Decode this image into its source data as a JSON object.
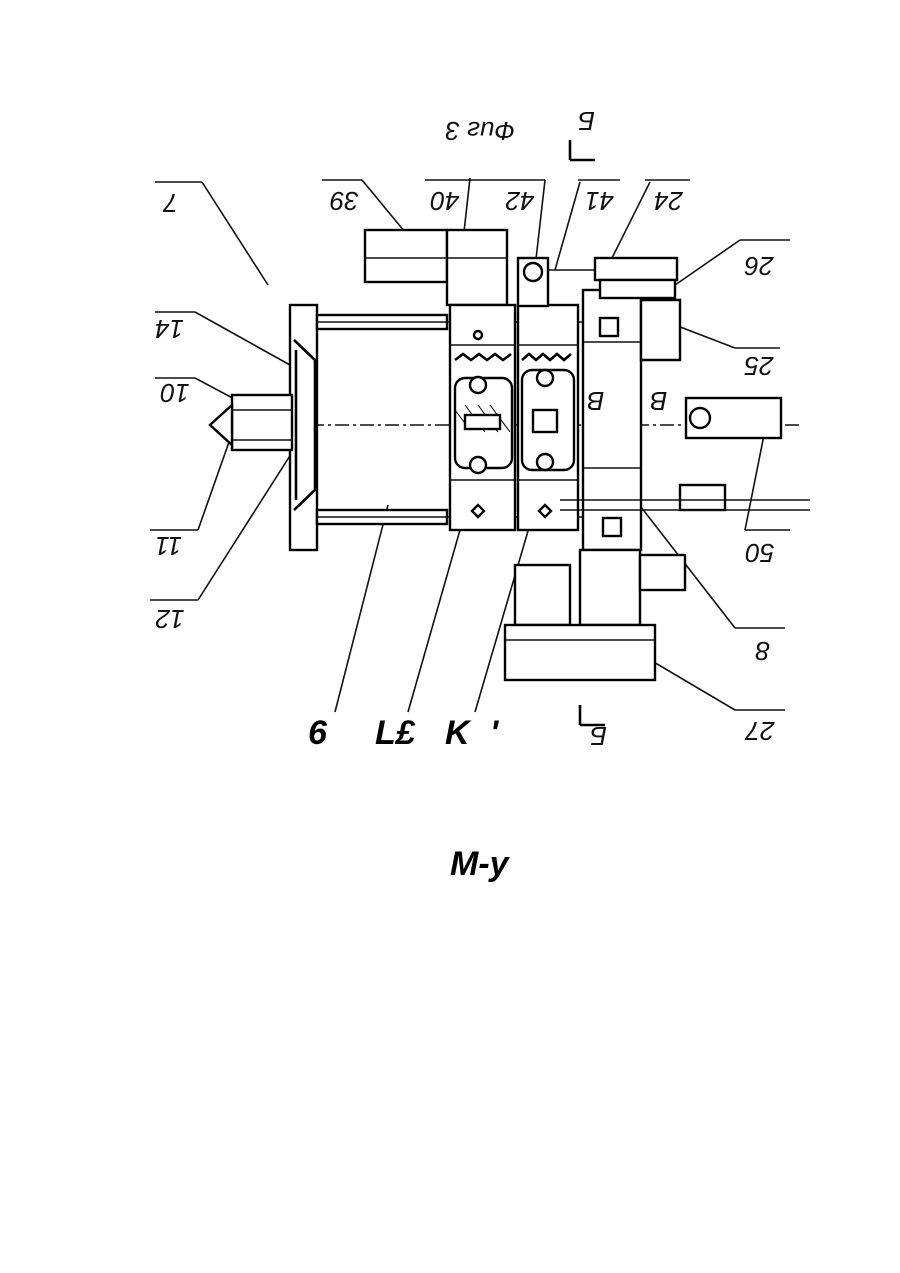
{
  "figure": {
    "caption_rotated": "Фиг 3",
    "section_marks": [
      "Б",
      "Б"
    ],
    "callouts": [
      "7",
      "14",
      "10",
      "11",
      "12",
      "39",
      "40",
      "42",
      "41",
      "24",
      "26",
      "25",
      "50",
      "8",
      "27"
    ],
    "view_marks": [
      "В",
      "В"
    ]
  },
  "ocr_text": {
    "bottom_line": [
      "6",
      "L£",
      "K",
      "'"
    ],
    "footer": "M-y"
  }
}
